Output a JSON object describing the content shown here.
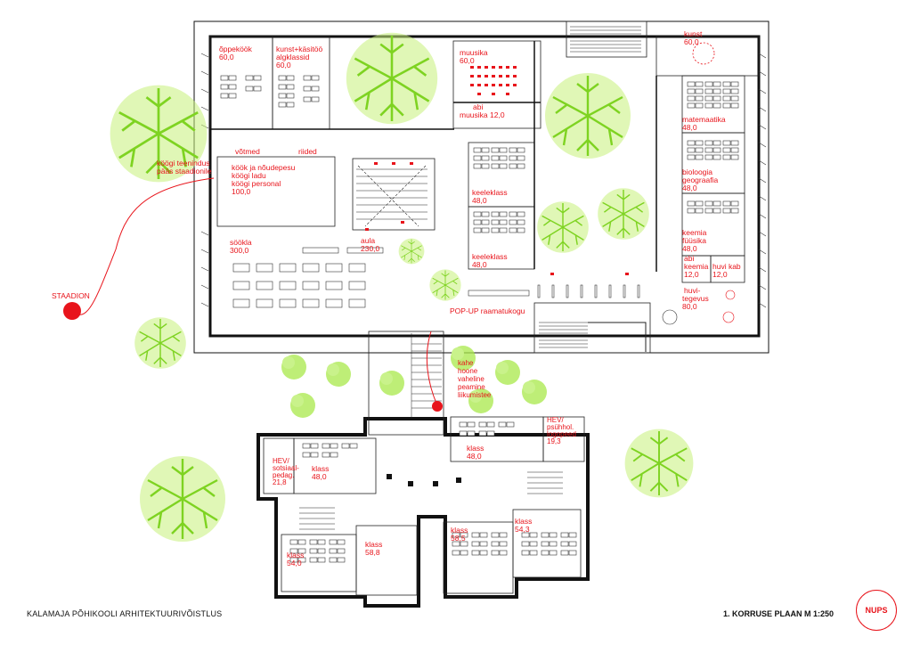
{
  "title": "KALAMAJA PÕHIKOOLI ARHITEKTUURIVÕISTLUS",
  "plan_title": "1. KORRUSE PLAAN M 1:250",
  "logo": "NUPS",
  "stadium_label": "STAADION",
  "rooms": {
    "opekook": [
      "õppeköök",
      "60,0"
    ],
    "kunst_kasitoo": [
      "kunst+käsitöö",
      "algklassid",
      "60,0"
    ],
    "muusika": [
      "muusika",
      "60,0"
    ],
    "abi_muusika": [
      "abi",
      "muusika 12,0"
    ],
    "kunst": [
      "kunst",
      "60,0"
    ],
    "matemaatika": [
      "matemaatika",
      "48,0"
    ],
    "bioloogia": [
      "bioloogia",
      "geograafia",
      "48,0"
    ],
    "keemia": [
      "keemia",
      "füüsika",
      "48,0"
    ],
    "abi_keemia": [
      "abi",
      "keemia",
      "12,0"
    ],
    "huvi_kab": [
      "huvi kab",
      "12,0"
    ],
    "huvitegevus": [
      "huvi-",
      "tegevus",
      "80,0"
    ],
    "kook": [
      "köök ja nõudepesu",
      "köögi ladu",
      "köögi personal",
      "100,0"
    ],
    "koogi_teenindus": [
      "köögi teenindus",
      "pääs staadionile"
    ],
    "votmed": "võtmed",
    "riided": "riided",
    "sook": [
      "söökla",
      "300,0"
    ],
    "aula": [
      "aula",
      "230,0"
    ],
    "keeleklass1": [
      "keeleklass",
      "48,0"
    ],
    "keeleklass2": [
      "keeleklass",
      "48,0"
    ],
    "popup": "POP-UP raamatukogu",
    "liikumistee": [
      "kahe",
      "hoone",
      "vaheline",
      "peamine",
      "liikumistee"
    ],
    "hev_sotsiaal": [
      "HEV/",
      "sotsiaal-",
      "pedag.",
      "21,8"
    ],
    "klass_48a": [
      "klass",
      "48,0"
    ],
    "klass_48b": [
      "klass",
      "48,0"
    ],
    "hev_psuhh": [
      "HEV/",
      "psühhol.",
      "logopeed",
      "19,3"
    ],
    "klass_540": [
      "klass",
      "54,0"
    ],
    "klass_588": [
      "klass",
      "58,8"
    ],
    "klass_585": [
      "klass",
      "58,5"
    ],
    "klass_543": [
      "klass",
      "54,3"
    ]
  },
  "colors": {
    "accent": "#e8141b",
    "tree": "#7ed321",
    "wall": "#111111"
  }
}
